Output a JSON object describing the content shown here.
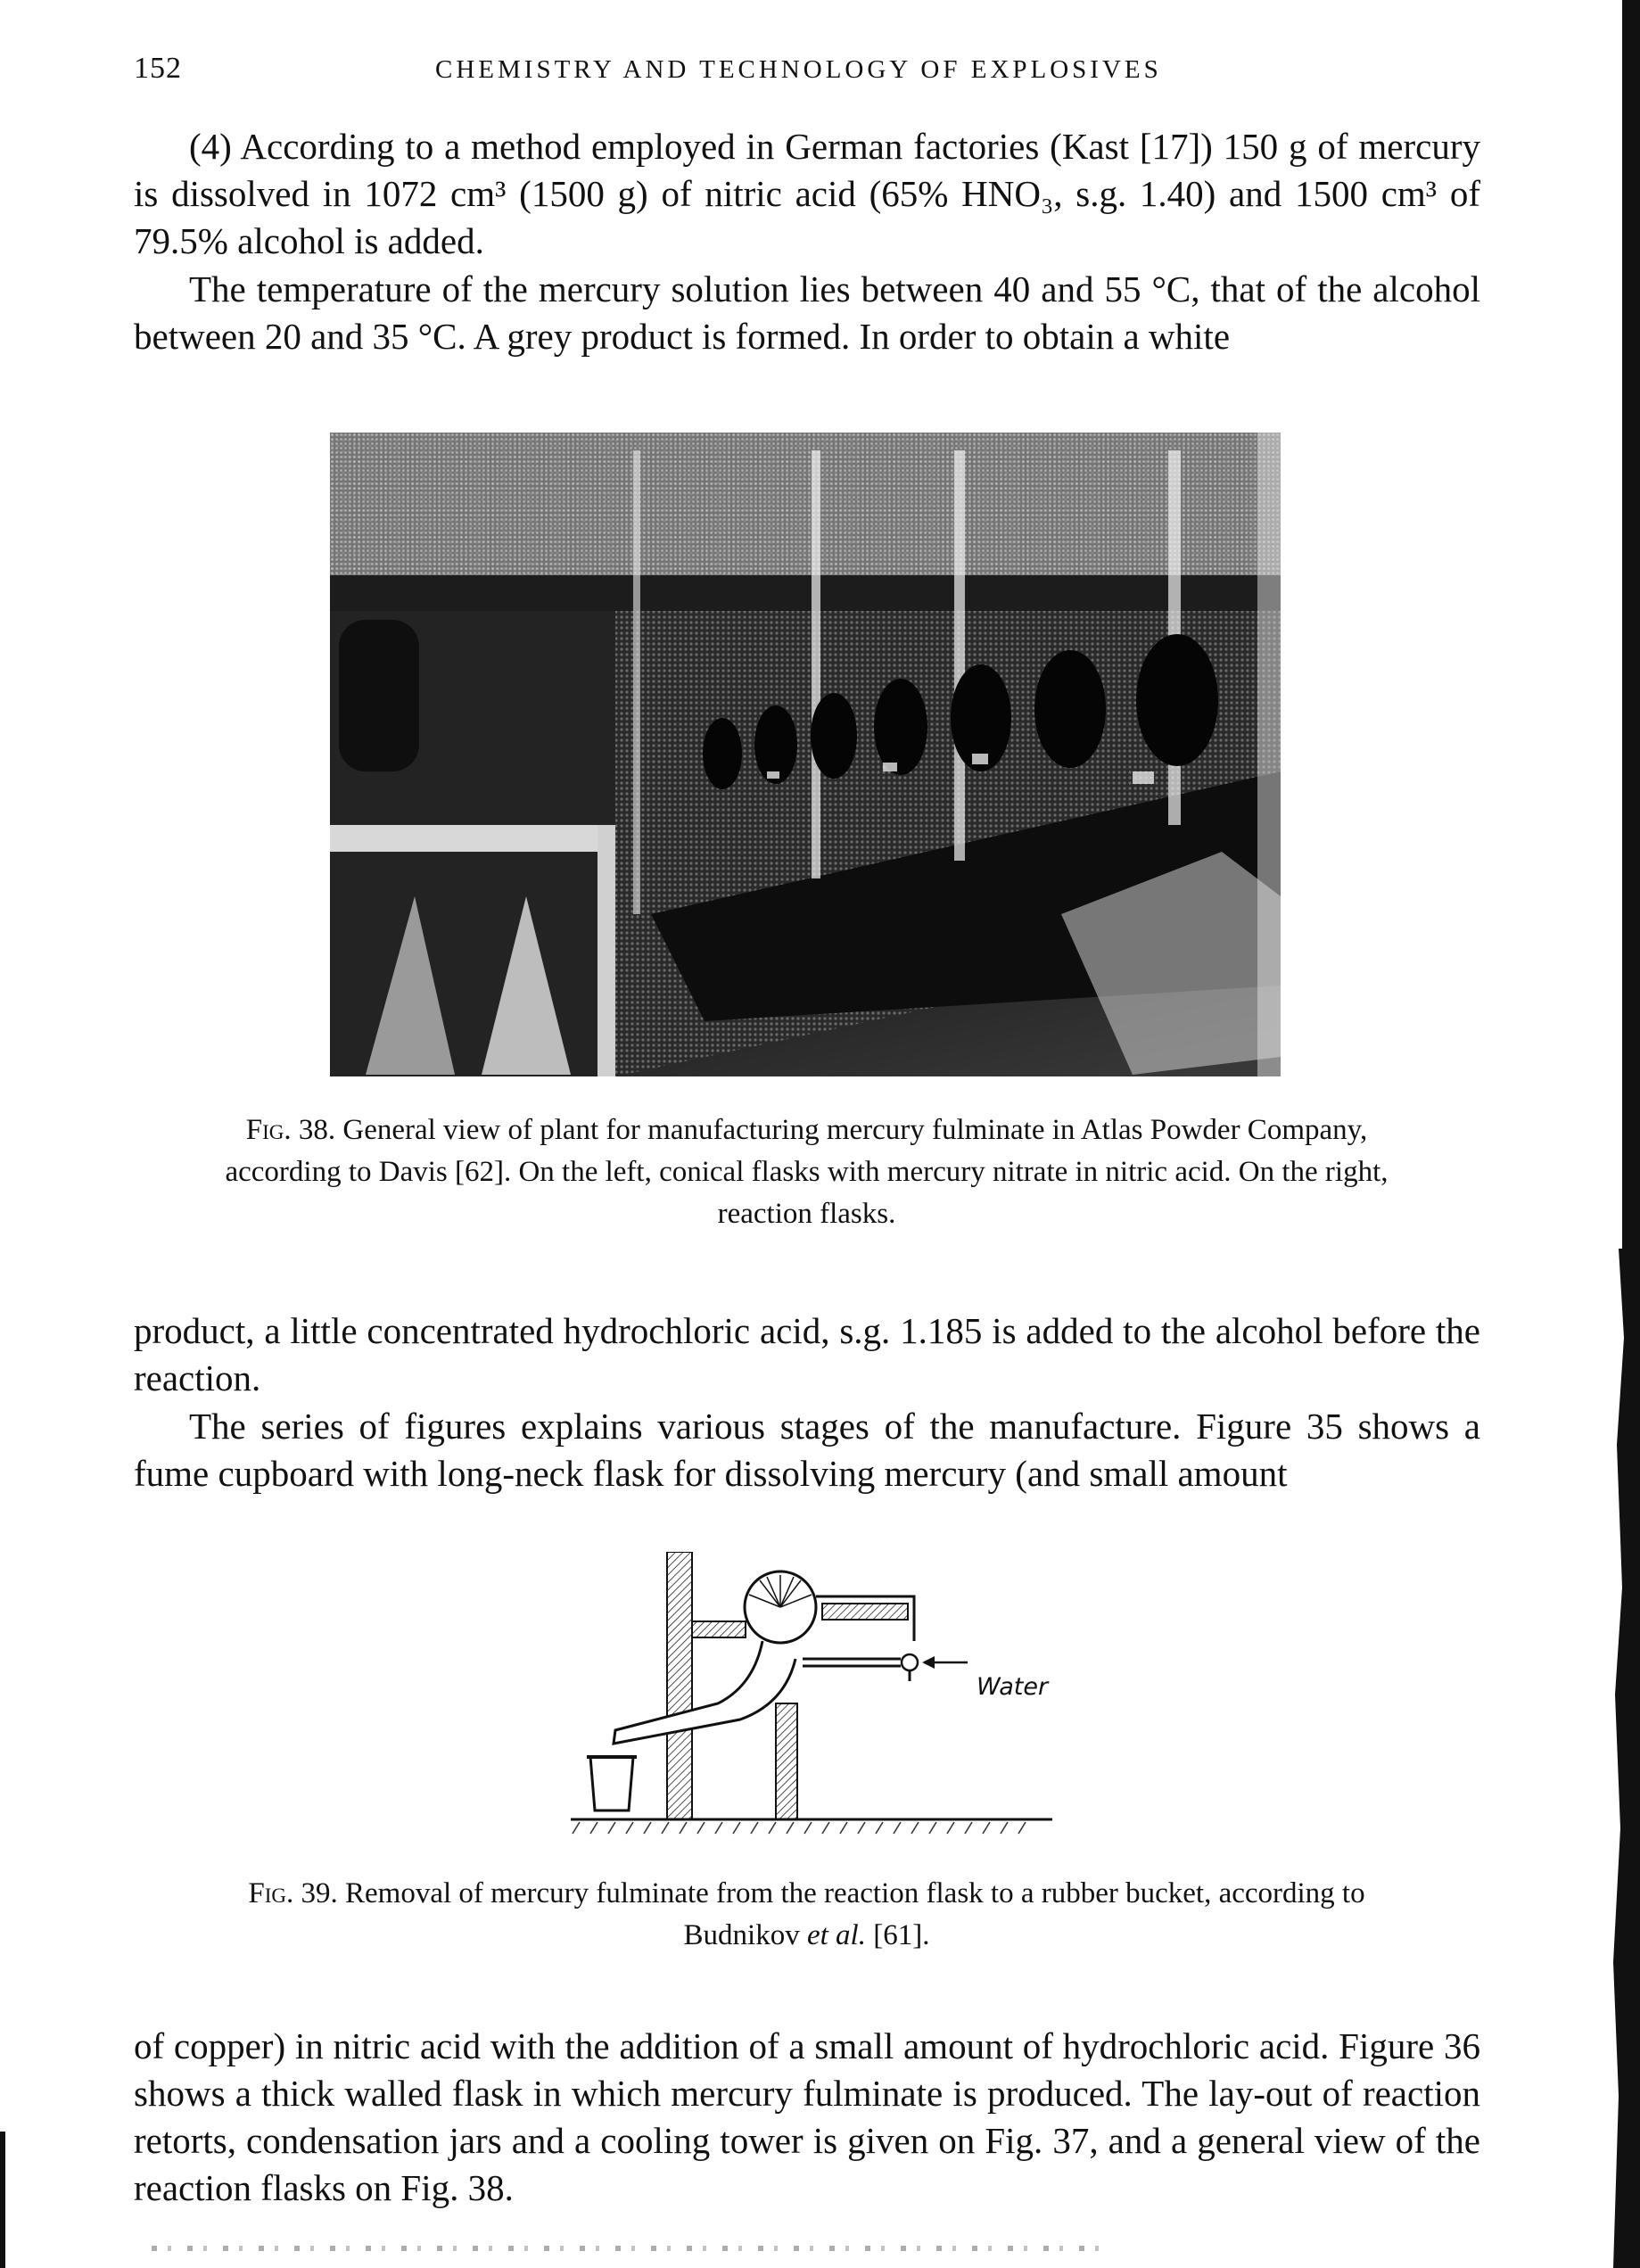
{
  "header": {
    "page_number": "152",
    "title": "CHEMISTRY AND TECHNOLOGY OF EXPLOSIVES"
  },
  "paragraphs": {
    "p1": "(4) According to a method employed in German factories (Kast [17]) 150 g of mercury is dissolved in 1072 cm³ (1500 g) of nitric acid (65% HNO₃, s.g. 1.40) and 1500 cm³ of 79.5% alcohol is added.",
    "p2": "The temperature of the mercury solution lies between 40 and 55 °C, that of the alcohol between 20 and 35 °C. A grey product is formed. In order to obtain a white",
    "p3": "product, a little concentrated hydrochloric acid, s.g. 1.185 is added to the alcohol before the reaction.",
    "p4": "The series of figures explains various stages of the manufacture. Figure 35 shows a fume cupboard with long-neck flask for dissolving mercury (and small amount",
    "p5": "of copper) in nitric acid with the addition of a small amount of hydrochloric acid. Figure 36 shows a thick walled flask in which mercury fulminate is produced. The lay-out of reaction retorts, condensation jars and a cooling tower is given on Fig. 37, and a general view of the reaction flasks on Fig. 38."
  },
  "figure38": {
    "label": "Fig. 38.",
    "caption": "General view of plant for manufacturing mercury fulminate in Atlas Powder Company, according to Davis [62]. On the left, conical flasks with mercury nitrate in nitric acid. On the right, reaction flasks."
  },
  "figure39": {
    "label": "Fig. 39.",
    "caption_start": "Removal of mercury fulminate from the reaction flask to a rubber bucket, according to Budnikov ",
    "caption_italic": "et al.",
    "caption_end": " [61].",
    "water_label": "Water"
  }
}
